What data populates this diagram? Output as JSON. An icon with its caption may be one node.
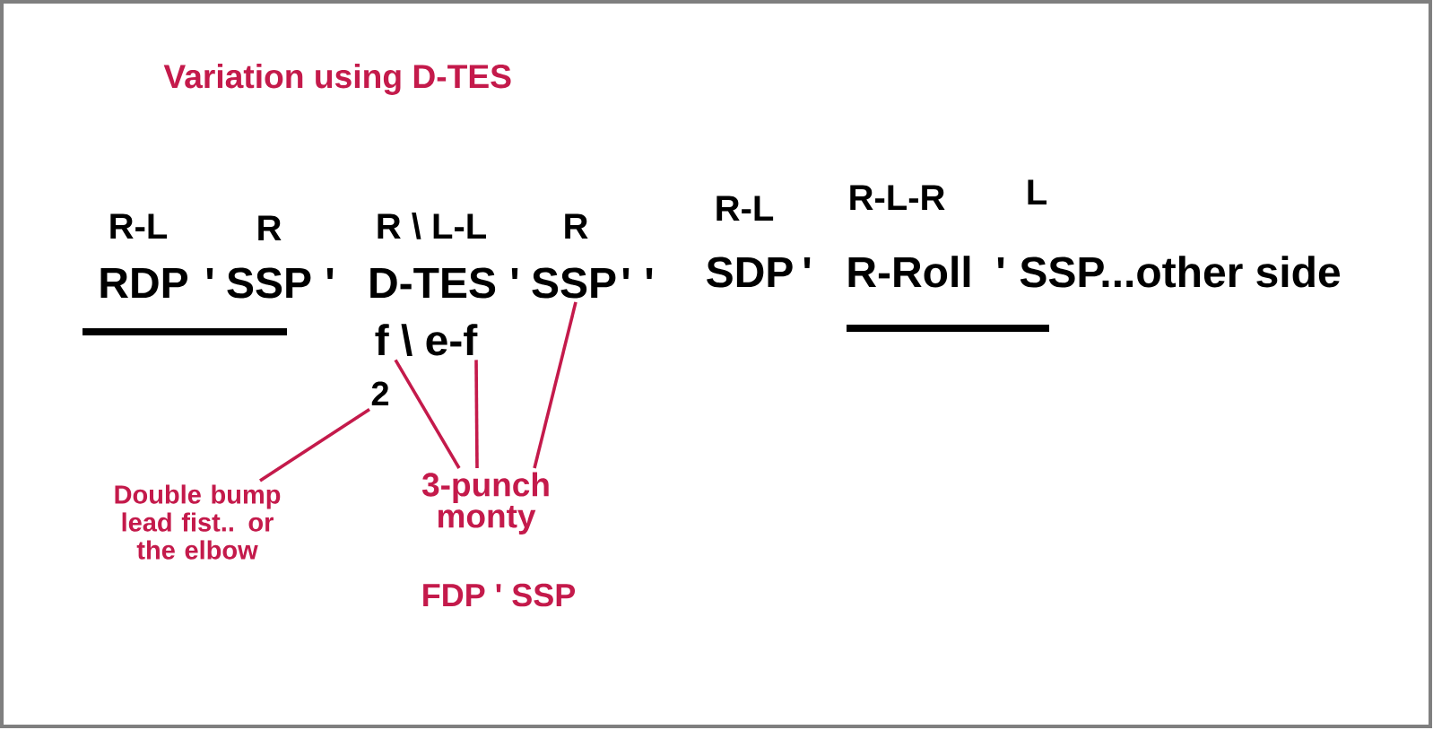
{
  "diagram": {
    "title": "Variation using D-TES",
    "nodes": [
      {
        "text": [
          "RDP"
        ],
        "beside": [
          "R-L"
        ]
      },
      {
        "text": [
          "SSP"
        ],
        "beside": [
          "R"
        ]
      },
      {
        "text": [
          "D-TES"
        ],
        "beside": [
          "R \\ L-L"
        ]
      },
      {
        "text": [
          "SSP"
        ],
        "beside": [
          "R"
        ]
      },
      {
        "text": [
          "SDP"
        ],
        "beside": [
          "R-L"
        ]
      },
      {
        "text": [
          "R-Roll"
        ],
        "beside": [
          "R-L-R"
        ]
      },
      {
        "text": [
          "SSP...other side"
        ],
        "beside": [
          "L"
        ]
      },
      {
        "text": [
          "f \\ e-f"
        ]
      },
      {
        "text": [
          "2"
        ]
      },
      {
        "text": [
          "Double bump lead fist.. or the elbow"
        ]
      },
      {
        "text": [
          "3-punch monty"
        ],
        "beside": [
          "FDP ' SSP"
        ]
      }
    ],
    "edges": [
      {
        "from": 9,
        "to": 8,
        "arrow": "none"
      },
      {
        "from": 10,
        "to": 7,
        "arrow": "none"
      },
      {
        "from": 10,
        "to": 7,
        "arrow": "none"
      },
      {
        "from": 10,
        "to": 3,
        "arrow": "none"
      }
    ],
    "labels": [
      "'",
      "'",
      "'",
      "'",
      "'",
      "'",
      "'"
    ]
  }
}
